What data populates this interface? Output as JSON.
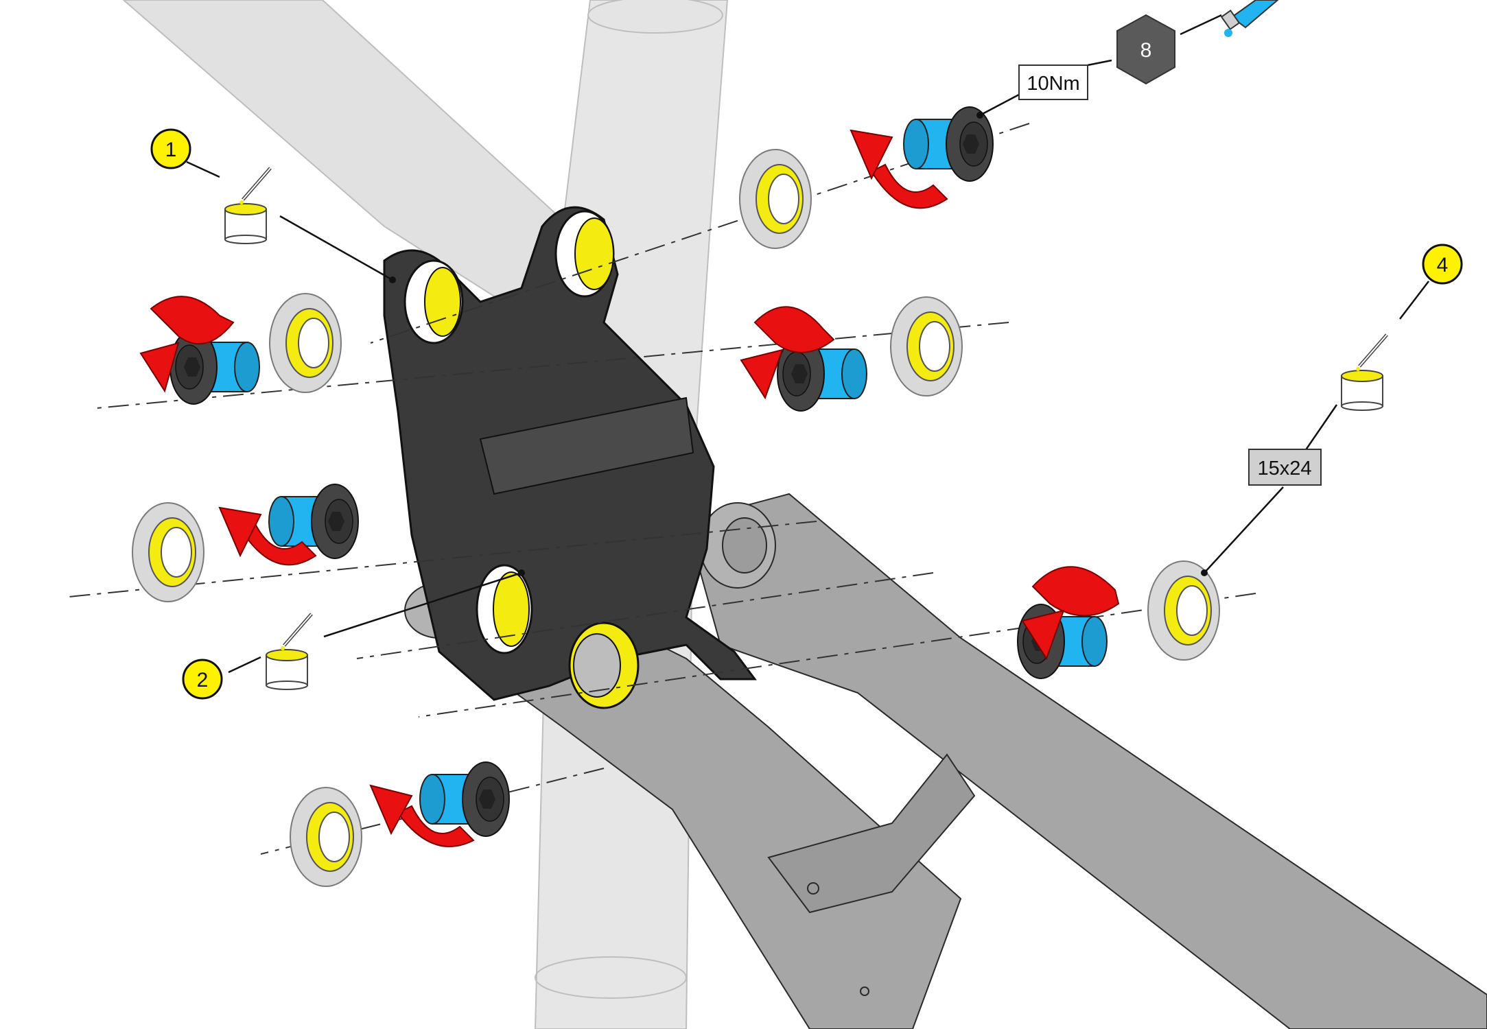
{
  "callouts": [
    {
      "id": "1",
      "label": "1"
    },
    {
      "id": "2",
      "label": "2"
    },
    {
      "id": "4",
      "label": "4"
    }
  ],
  "torque": {
    "label": "10Nm"
  },
  "tool": {
    "label": "8"
  },
  "bearing_size": {
    "label": "15x24"
  },
  "colors": {
    "grease_yellow": "#f4ec10",
    "callout_yellow": "#fff200",
    "bushing_blue": "#22b4f0",
    "arrow_red": "#e81010",
    "part_dark": "#3a3a3a",
    "frame_gray": "#a6a6a6",
    "hex_gray": "#5a5a5a"
  },
  "icons": [
    "grease-pot-icon",
    "grease-brush-icon",
    "threadlock-tube-icon",
    "hex-key-icon",
    "rotation-arrow-icon"
  ]
}
